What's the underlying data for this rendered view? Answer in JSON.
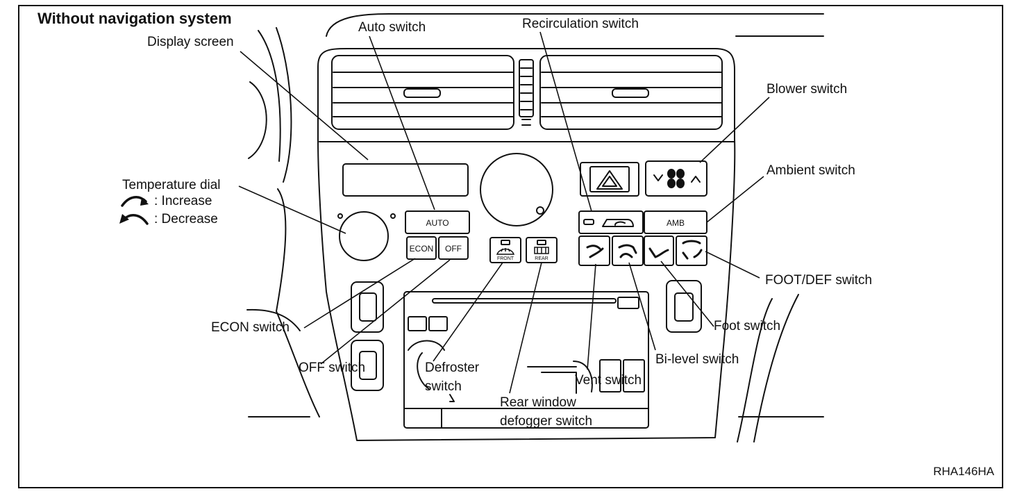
{
  "title": "Without navigation system",
  "figure_code": "RHA146HA",
  "labels": {
    "display_screen": "Display screen",
    "auto_switch": "Auto switch",
    "recirculation_switch": "Recirculation switch",
    "blower_switch": "Blower switch",
    "ambient_switch": "Ambient switch",
    "temperature_dial": "Temperature dial",
    "increase": ": Increase",
    "decrease": ": Decrease",
    "foot_def_switch": "FOOT/DEF switch",
    "econ_switch": "ECON switch",
    "off_switch": "OFF switch",
    "foot_switch": "Foot switch",
    "bi_level_switch": "Bi-level switch",
    "defroster_line1": "Defroster",
    "defroster_line2": "switch",
    "vent_switch": "Vent switch",
    "rear_window_line1": "Rear window",
    "rear_window_line2": "defogger switch"
  },
  "buttons": {
    "auto": "AUTO",
    "econ": "ECON",
    "off": "OFF",
    "amb": "AMB",
    "front": "FRONT",
    "rear": "REAR"
  },
  "icons": {
    "hazard": "hazard-triangle-icon",
    "fan": "fan-icon",
    "recirc": "recirculation-car-icon",
    "increase_arrow": "clockwise-arrow-icon",
    "decrease_arrow": "counterclockwise-arrow-icon"
  }
}
